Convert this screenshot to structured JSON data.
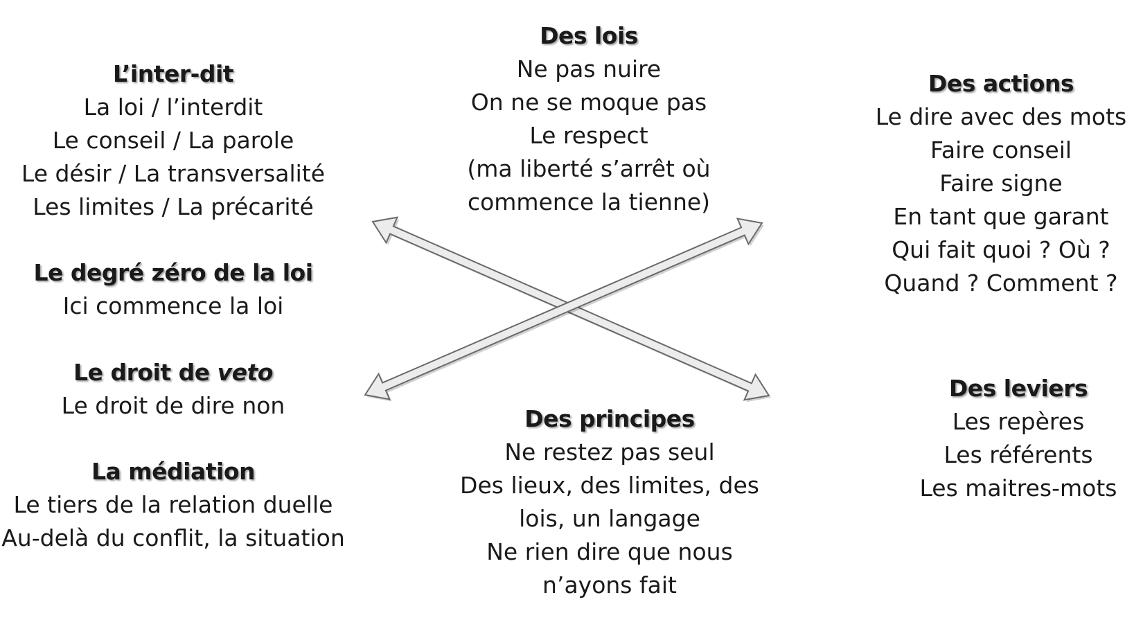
{
  "left": {
    "interdit": {
      "title": "L’inter-dit",
      "lines": [
        "La loi / l’interdit",
        "Le conseil / La parole",
        "Le désir / La transversalité",
        "Les limites / La précarité"
      ]
    },
    "degre_zero": {
      "title": "Le degré zéro de la loi",
      "lines": [
        "Ici commence la loi"
      ]
    },
    "droit_veto": {
      "title_prefix": "Le droit de ",
      "title_italic": "veto",
      "lines": [
        "Le droit de dire non"
      ]
    },
    "mediation": {
      "title": "La médiation",
      "lines": [
        "Le tiers de la relation duelle",
        "Au-delà du conflit, la situation"
      ]
    }
  },
  "top": {
    "lois": {
      "title": "Des lois",
      "lines": [
        "Ne pas nuire",
        "On ne se moque pas",
        "Le respect",
        "(ma liberté s’arrêt où",
        "commence la tienne)"
      ]
    }
  },
  "bottom": {
    "principes": {
      "title": "Des principes",
      "lines": [
        "Ne restez pas seul",
        "Des lieux, des limites, des",
        "lois, un langage",
        "Ne rien dire que nous",
        "n’ayons fait"
      ]
    }
  },
  "right": {
    "actions": {
      "title": "Des actions",
      "lines": [
        "Le dire avec des mots",
        "Faire conseil",
        "Faire signe",
        "En tant que garant",
        "Qui fait quoi ? Où ?",
        "Quand ? Comment ?"
      ]
    },
    "leviers": {
      "title": "Des leviers",
      "lines": [
        "Les repères",
        "Les référents",
        "Les maitres-mots"
      ]
    }
  },
  "colors": {
    "arrow_fill": "#ececec",
    "arrow_stroke": "#6a6a6a",
    "text": "#1a1a1a"
  },
  "icons": [
    "double-headed-arrow",
    "double-headed-arrow"
  ]
}
